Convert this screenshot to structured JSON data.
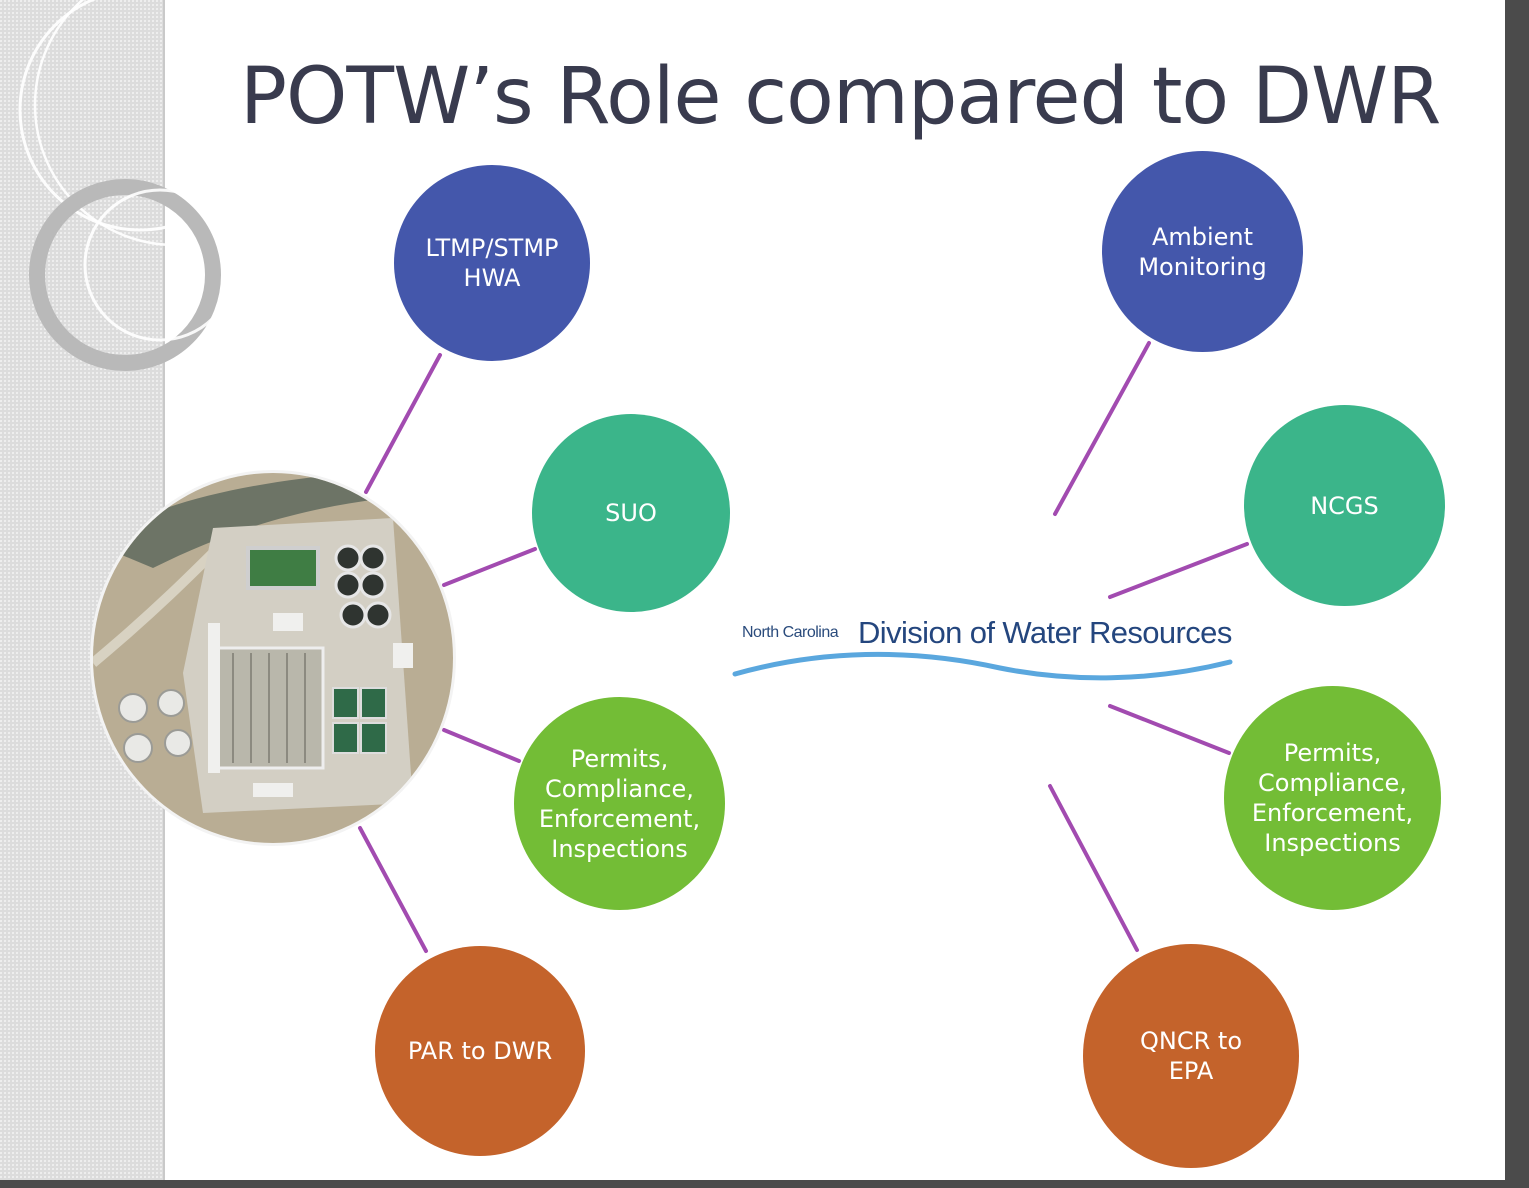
{
  "slide": {
    "title": "POTW’s Role compared to DWR"
  },
  "potw_nodes": [
    {
      "label": "LTMP/STMP\nHWA"
    },
    {
      "label": "SUO"
    },
    {
      "label": "Permits,\nCompliance,\nEnforcement,\nInspections"
    },
    {
      "label": "PAR to DWR"
    }
  ],
  "dwr_nodes": [
    {
      "label": "Ambient\nMonitoring"
    },
    {
      "label": "NCGS"
    },
    {
      "label": "Permits,\nCompliance,\nEnforcement,\nInspections"
    },
    {
      "label": "QNCR to\nEPA"
    }
  ],
  "dwr_logo": {
    "state": "North Carolina",
    "name": "Division of Water Resources"
  },
  "colors": {
    "blue": "#4457ab",
    "teal": "#3bb58a",
    "green": "#73bd36",
    "orange": "#c4632b",
    "connector": "#a24bb0",
    "title": "#393b4e"
  },
  "icons": {
    "photo": "wastewater-treatment-plant-aerial-photo",
    "logo": "dwr-water-wave-logo"
  }
}
